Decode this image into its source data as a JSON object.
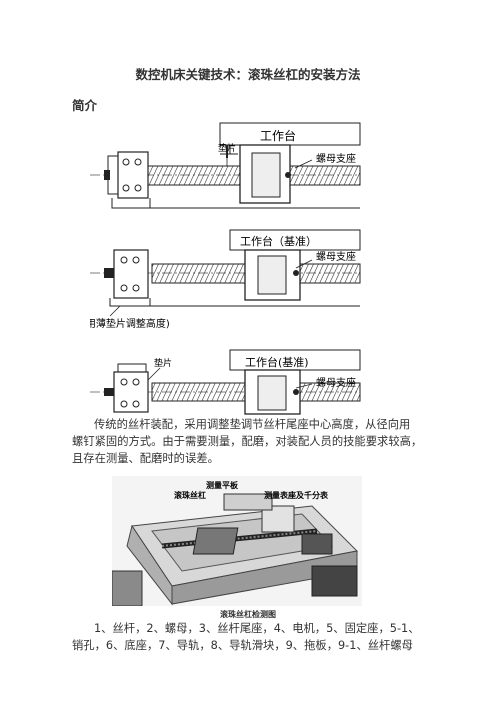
{
  "document": {
    "title": "数控机床关键技术：滚珠丝杠的安装方法",
    "section_heading": "简介",
    "figure1": {
      "label_shim": "垫片",
      "label_table": "工作台",
      "label_nut_seat": "螺母支座"
    },
    "figure2": {
      "label_table": "工作台（基准）",
      "label_nut_seat": "螺母支座",
      "label_shim_note": "(用薄垫片调整高度)"
    },
    "figure3": {
      "label_shim": "垫片",
      "label_table": "工作台(基准)",
      "label_nut_seat": "螺母支座"
    },
    "paragraph1_line1": "传统的丝杆装配，采用调整垫调节丝杆尾座中心高度，从径向用",
    "paragraph1_line2": "螺钉紧固的方式。由于需要测量，配磨，对装配人员的技能要求较高，",
    "paragraph1_line3": "且存在测量、配磨时的误差。",
    "photo": {
      "label_plate": "测量平板",
      "label_screw": "滚珠丝杠",
      "label_gauge": "测量表座及千分表",
      "caption": "滚珠丝杠检测图"
    },
    "paragraph2_line1": "1、丝杆，2、螺母，3、丝杆尾座，4、电机，5、固定座，5-1、",
    "paragraph2_line2": "销孔，6、底座，7、导轨，8、导轨滑块，9、拖板，9-1、丝杆螺母"
  }
}
